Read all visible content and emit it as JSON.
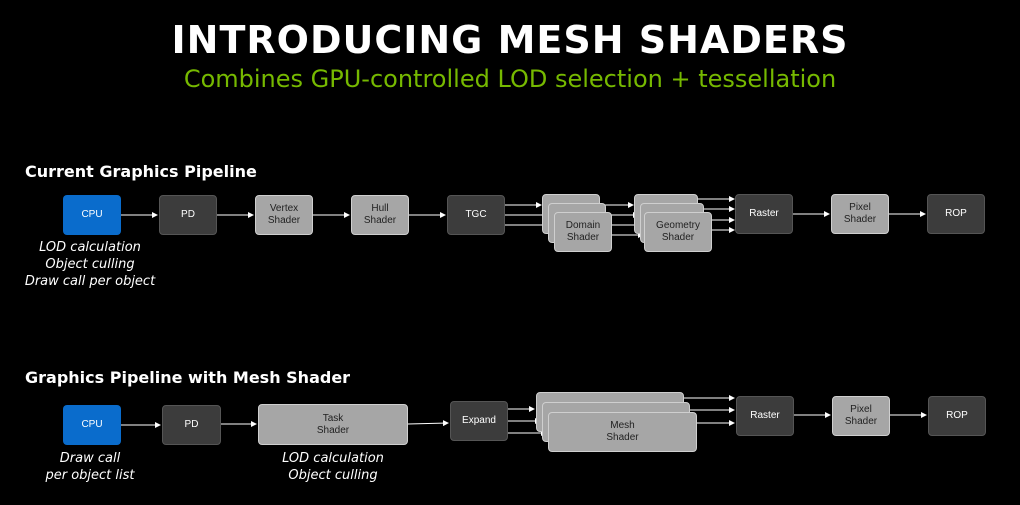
{
  "title": "INTRODUCING MESH SHADERS",
  "subtitle": "Combines GPU-controlled LOD selection + tessellation",
  "current": {
    "heading": "Current Graphics Pipeline",
    "cpu": "CPU",
    "pd": "PD",
    "vertex": "Vertex\nShader",
    "hull": "Hull\nShader",
    "tgc": "TGC",
    "domain": "Domain\nShader",
    "geometry": "Geometry\nShader",
    "raster": "Raster",
    "pixel": "Pixel\nShader",
    "rop": "ROP",
    "cpu_notes": [
      "LOD calculation",
      "Object culling",
      "Draw call per object"
    ]
  },
  "mesh": {
    "heading": "Graphics Pipeline with Mesh Shader",
    "cpu": "CPU",
    "pd": "PD",
    "task": "Task\nShader",
    "expand": "Expand",
    "mesh": "Mesh\nShader",
    "raster": "Raster",
    "pixel": "Pixel\nShader",
    "rop": "ROP",
    "cpu_notes": [
      "Draw call",
      "per object list"
    ],
    "task_notes": [
      "LOD calculation",
      "Object culling"
    ]
  },
  "colors": {
    "accent_green": "#76b900",
    "cpu_blue": "#0a6ccc",
    "dark_box": "#3c3c3c",
    "light_box": "#a6a6a6"
  }
}
